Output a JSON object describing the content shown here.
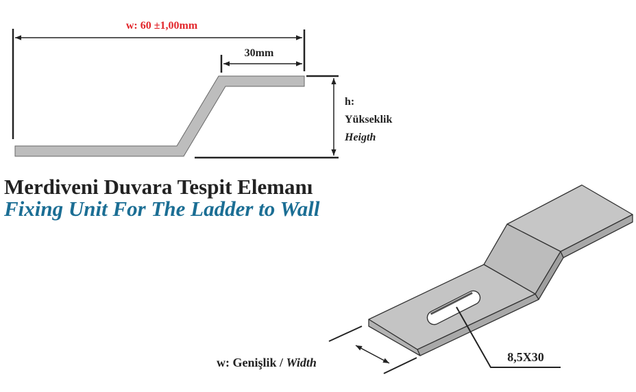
{
  "colors": {
    "accent_red": "#e2262b",
    "title_blue": "#1b6e94",
    "part_gray": "#bdbdbd",
    "part_face": "#c4c4c4",
    "part_side": "#a9a9a9",
    "outline": "#222222"
  },
  "profile": {
    "width_label": "w: 60 ±1,00mm",
    "top_length_label": "30mm",
    "height_label_h": "h:",
    "height_label_tr": "Yükseklik",
    "height_label_en": "Heigth"
  },
  "title": {
    "turkish": "Merdiveni Duvara Tespit Elemanı",
    "english": "Fixing Unit For The Ladder to Wall"
  },
  "isometric": {
    "width_label_prefix": "w:  Genişlik / ",
    "width_label_en": "Width",
    "slot_label": "8,5X30"
  }
}
